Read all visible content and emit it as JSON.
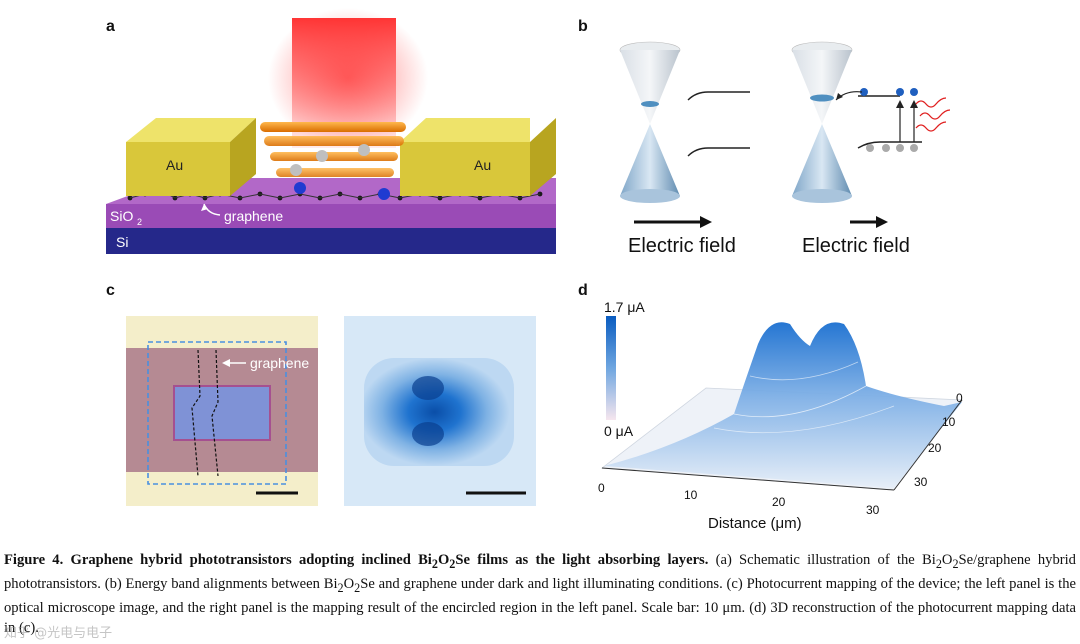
{
  "panels": {
    "a": {
      "letter": "a",
      "label_au_left": "Au",
      "label_au_right": "Au",
      "label_sio2": "SiO",
      "label_sio2_sub": "2",
      "label_graphene": "graphene",
      "label_si": "Si"
    },
    "b": {
      "letter": "b",
      "label_left": "Electric field",
      "label_right": "Electric field"
    },
    "c": {
      "letter": "c",
      "label_graphene": "graphene"
    },
    "d": {
      "letter": "d",
      "colorbar_max": "1.7 μA",
      "colorbar_min": "0 μA",
      "x_axis_title": "Distance  (μm)",
      "x_ticks": [
        "0",
        "10",
        "20",
        "30"
      ],
      "y_ticks": [
        "0",
        "10",
        "20",
        "30"
      ]
    }
  },
  "caption": {
    "bold_lead": "Figure 4. Graphene hybrid phototransistors adopting inclined Bi",
    "bold_sub1": "2",
    "bold_mid": "O",
    "bold_sub2": "2",
    "bold_end": "Se films as the light absorbing layers.",
    "text_a1": " (a) Schematic illustration of the Bi",
    "text_a_sub1": "2",
    "text_a_mid": "O",
    "text_a_sub2": "2",
    "text_a2": "Se/graphene hybrid phototransistors. (b) Energy band alignments between Bi",
    "text_b_sub1": "2",
    "text_b_mid": "O",
    "text_b_sub2": "2",
    "text_b2": "Se and graphene under dark and light illuminating conditions. (c) Photocurrent mapping of the device; the left panel is the optical microscope image, and the right panel is the mapping result of the encircled region in the left panel. Scale bar: 10 μm. (d) 3D reconstruction of the photocurrent mapping data in (c)."
  },
  "watermark": "知乎 @光电与电子"
}
